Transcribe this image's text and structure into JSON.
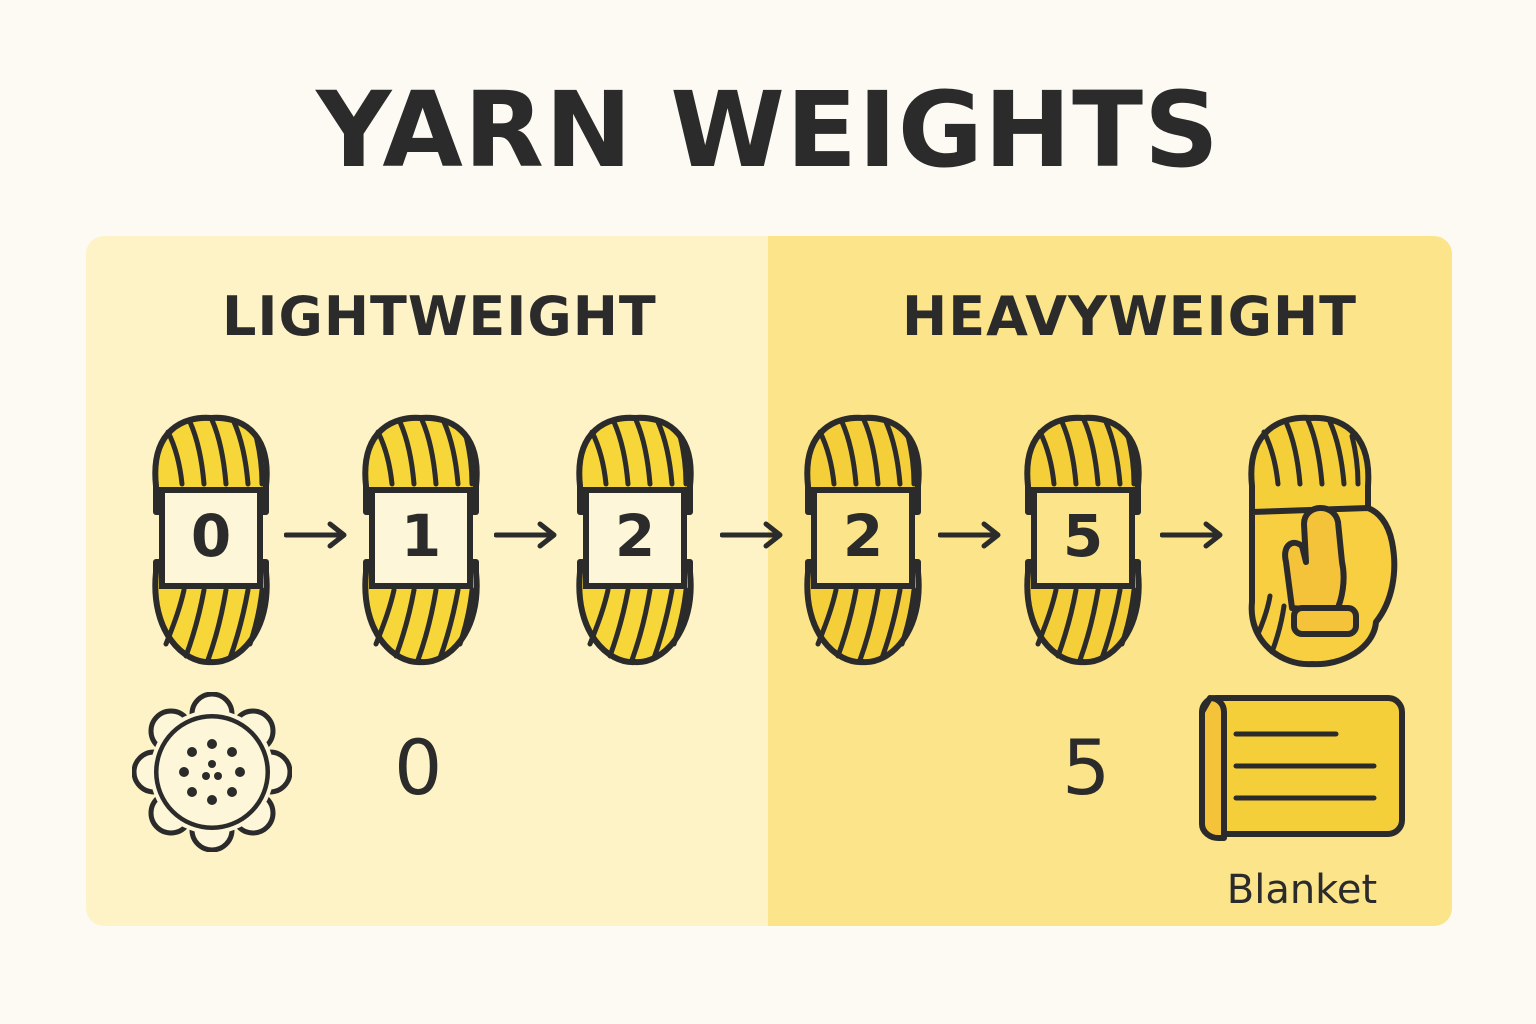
{
  "title": "YARN WEIGHTS",
  "sections": {
    "light_label": "LIGHTWEIGHT",
    "heavy_label": "HEAVYWEIGHT"
  },
  "skeins": [
    {
      "label": "0",
      "color": "#f7d63a"
    },
    {
      "label": "1",
      "color": "#f7d63a"
    },
    {
      "label": "2",
      "color": "#f7d63a"
    },
    {
      "label": "2",
      "color": "#f5cf3a"
    },
    {
      "label": "5",
      "color": "#f5cf3a"
    },
    {
      "icon": "mitten-icon",
      "color": "#f5cf3a"
    }
  ],
  "bottom": {
    "light_number": "0",
    "heavy_number": "5",
    "blanket_label": "Blanket",
    "light_icon": "doily-icon",
    "heavy_icon": "blanket-icon"
  },
  "colors": {
    "background": "#fcfaf3",
    "light_panel": "#fdf3c6",
    "heavy_panel": "#fbe48a",
    "outline": "#2b2b2b",
    "yarn": "#f7d63a"
  }
}
